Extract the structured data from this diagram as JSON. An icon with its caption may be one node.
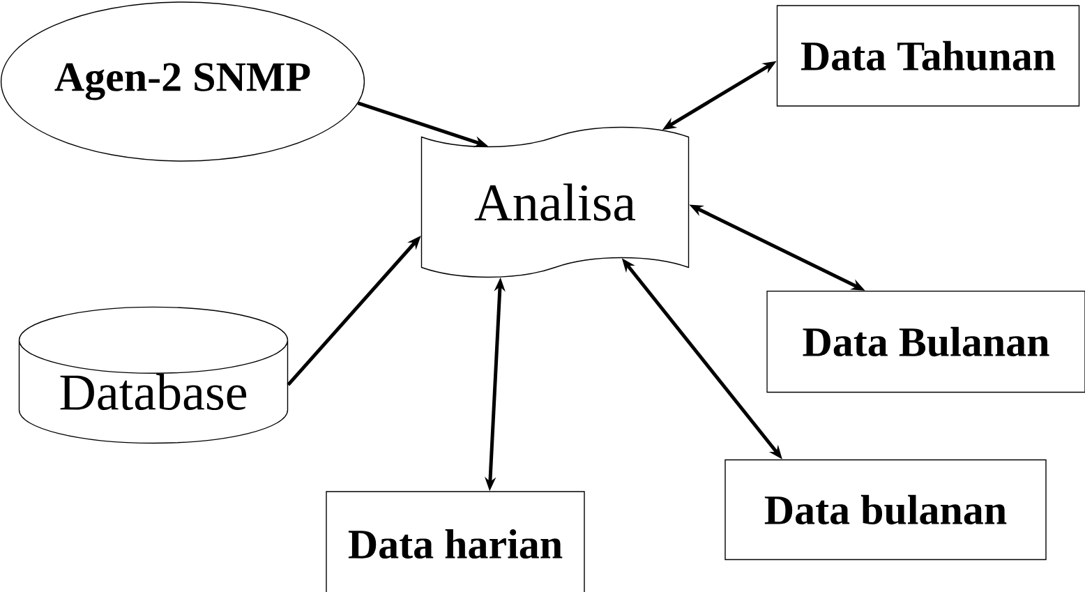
{
  "diagram": {
    "nodes": [
      {
        "text": [
          "Agen-2 SNMP"
        ]
      },
      {
        "text": [
          "Data Tahunan"
        ]
      },
      {
        "text": [
          "Analisa"
        ]
      },
      {
        "text": [
          "Data Bulanan"
        ]
      },
      {
        "text": [
          "Database"
        ]
      },
      {
        "text": [
          "Data bulanan"
        ]
      },
      {
        "text": [
          "Data harian"
        ]
      }
    ],
    "edges": [
      {
        "from": 0,
        "to": 2,
        "arrow": "to"
      },
      {
        "from": 2,
        "to": 1,
        "arrow": "both"
      },
      {
        "from": 2,
        "to": 3,
        "arrow": "both"
      },
      {
        "from": 4,
        "to": 2,
        "arrow": "to"
      },
      {
        "from": 2,
        "to": 5,
        "arrow": "both"
      },
      {
        "from": 2,
        "to": 6,
        "arrow": "both"
      }
    ]
  }
}
